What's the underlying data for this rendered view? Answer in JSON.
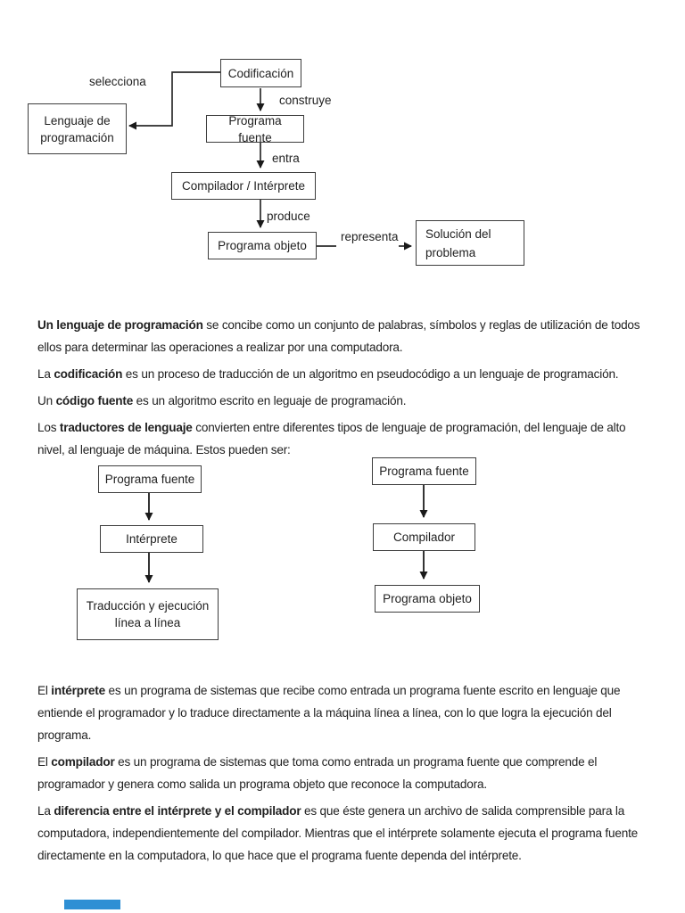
{
  "main_diagram": {
    "nodes": {
      "codificacion": "Codificación",
      "lenguaje": "Lenguaje de programación",
      "programa_fuente": "Programa fuente",
      "compilador_interprete": "Compilador / Intérprete",
      "programa_objeto": "Programa objeto",
      "solucion": "Solución del problema"
    },
    "edge_labels": {
      "selecciona": "selecciona",
      "construye": "construye",
      "entra": "entra",
      "produce": "produce",
      "representa": "representa"
    }
  },
  "interpreter_flow": {
    "nodes": [
      "Programa fuente",
      "Intérprete",
      "Traducción y ejecución línea a línea"
    ]
  },
  "compiler_flow": {
    "nodes": [
      "Programa fuente",
      "Compilador",
      "Programa objeto"
    ]
  },
  "paragraphs": [
    {
      "pre": "",
      "bold": "Un lenguaje de programación",
      "post": " se concibe como un conjunto de palabras, símbolos y reglas de utilización de todos ellos para determinar las operaciones a realizar por una computadora."
    },
    {
      "pre": "La ",
      "bold": "codificación",
      "post": " es un proceso de traducción de un algoritmo en pseudocódigo a un lenguaje de programación."
    },
    {
      "pre": "Un ",
      "bold": "código fuente",
      "post": " es un algoritmo escrito en leguaje de programación."
    },
    {
      "pre": "Los ",
      "bold": "traductores de lenguaje",
      "post": " convierten entre diferentes tipos de lenguaje de programación, del lenguaje de alto nivel, al lenguaje de máquina. Estos pueden ser:"
    },
    {
      "pre": "El ",
      "bold": "intérprete",
      "post": " es un programa de sistemas que recibe como entrada un programa fuente escrito en lenguaje que entiende el programador y lo traduce directamente a la máquina línea a línea, con lo que logra la ejecución del programa."
    },
    {
      "pre": "El ",
      "bold": "compilador",
      "post": " es un programa de sistemas que toma como entrada un programa fuente que comprende el programador y genera como salida un programa objeto que reconoce la computadora."
    },
    {
      "pre": "La ",
      "bold": "diferencia entre el intérprete y el compilador",
      "post": " es que éste genera un archivo de salida comprensible para la computadora, independientemente del compilador. Mientras que el intérprete solamente ejecuta el programa fuente directamente en la computadora, lo que hace que el programa fuente dependa del intérprete."
    }
  ],
  "colors": {
    "box_border": "#3d3d3d",
    "body_text": "#1f1f1f",
    "arrow": "#1a1a1a",
    "next_page_accent": "#2e8fd4"
  }
}
